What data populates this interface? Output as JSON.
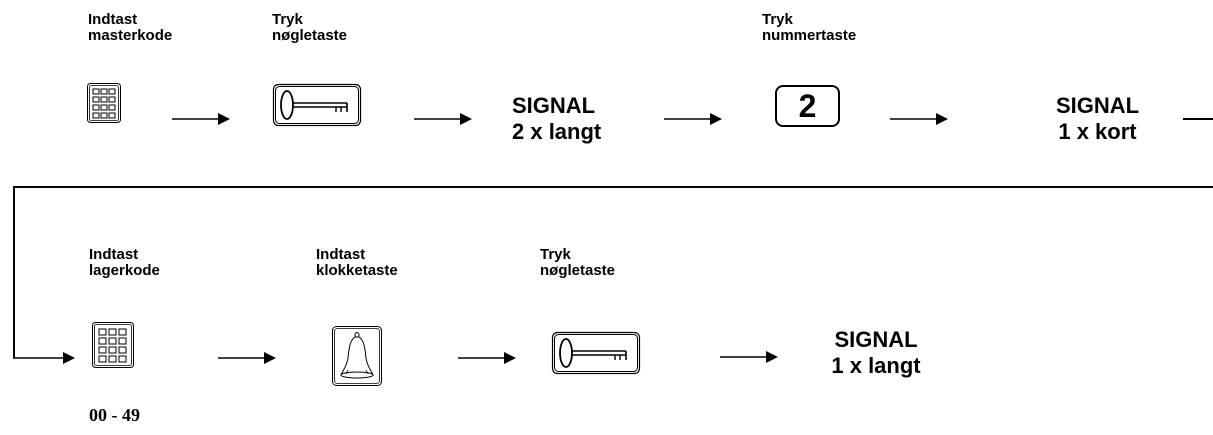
{
  "row1": {
    "step1": {
      "line1": "Indtast",
      "line2": "masterkode",
      "icon": "keypad-icon"
    },
    "step2": {
      "line1": "Tryk",
      "line2": "nøgletaste",
      "icon": "key-icon"
    },
    "signal1": {
      "line1": "SIGNAL",
      "line2": "2 x langt"
    },
    "step3": {
      "line1": "Tryk",
      "line2": "nummertaste",
      "icon": "number-key-icon",
      "key_label": "2"
    },
    "signal2": {
      "line1": "SIGNAL",
      "line2": "1 x kort"
    }
  },
  "row2": {
    "step1": {
      "line1": "Indtast",
      "line2": "lagerkode",
      "icon": "keypad-icon",
      "range": "00 - 49"
    },
    "step2": {
      "line1": "Indtast",
      "line2": "klokketaste",
      "icon": "bell-icon"
    },
    "step3": {
      "line1": "Tryk",
      "line2": "nøgletaste",
      "icon": "key-icon"
    },
    "signal": {
      "line1": "SIGNAL",
      "line2": "1 x langt"
    }
  },
  "colors": {
    "ink": "#000000",
    "background": "#ffffff"
  }
}
